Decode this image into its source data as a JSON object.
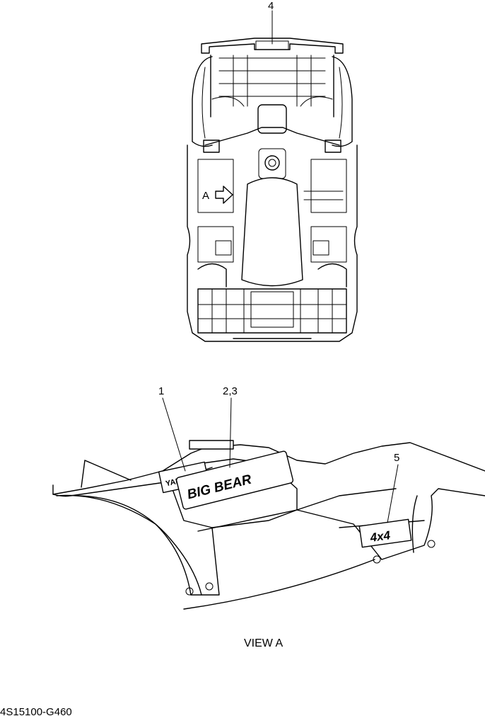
{
  "callouts": {
    "top_rack": "4",
    "yamaha_emblem": "1",
    "model_emblem": "2,3",
    "fourwd_emblem": "5"
  },
  "view_marker": {
    "letter": "A"
  },
  "view_caption": "VIEW A",
  "part_code": "4S15100-G460",
  "emblems": {
    "yamaha": "YAMAHA",
    "model": "BIG BEAR",
    "fourwd": "4x4"
  }
}
